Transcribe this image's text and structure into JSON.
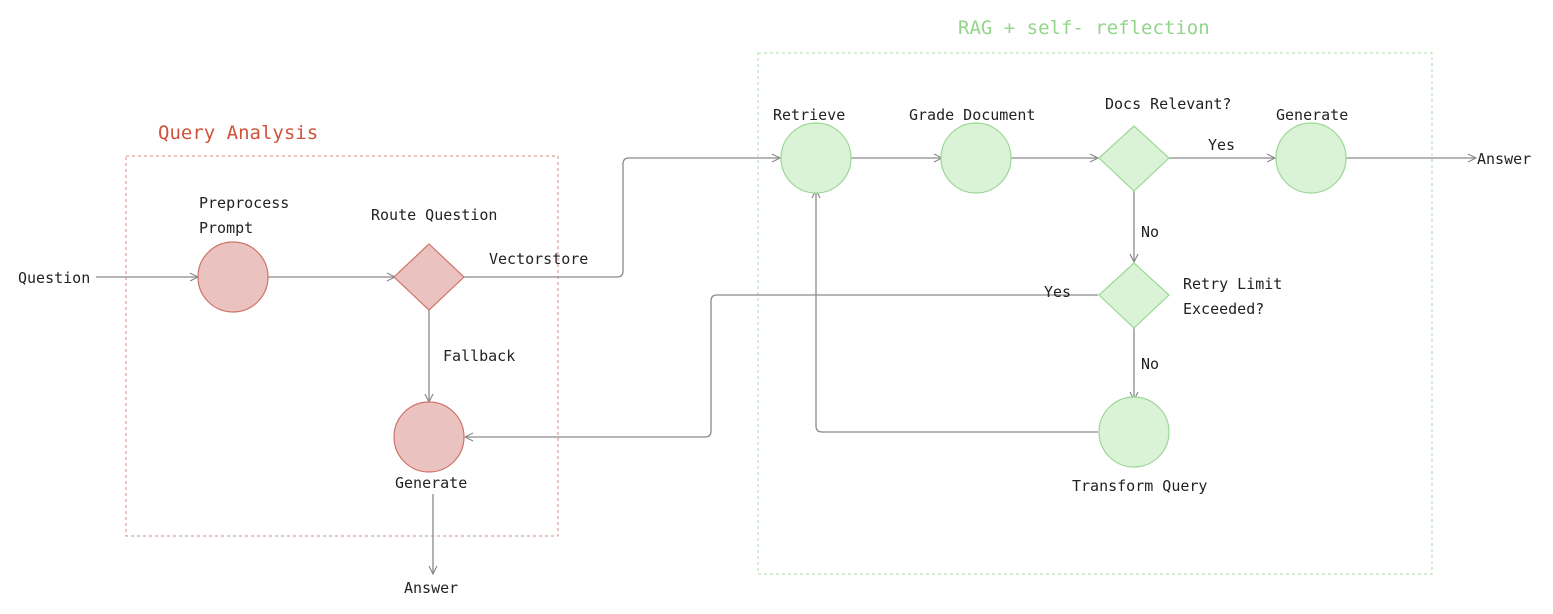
{
  "colors": {
    "query_analysis": "#d0523b",
    "query_analysis_fill": "#eac3c0",
    "query_analysis_stroke": "#cf7266",
    "rag": "#92d58b",
    "rag_fill": "#daf2d5",
    "rag_stroke": "#9bd897",
    "edge": "#8a8a8a"
  },
  "regions": {
    "query_analysis": {
      "title": "Query Analysis"
    },
    "rag": {
      "title": "RAG + self- reflection"
    }
  },
  "inputs": {
    "question": "Question"
  },
  "nodes": {
    "preprocess_prompt": {
      "line1": "Preprocess",
      "line2": "Prompt",
      "shape": "circle"
    },
    "route_question": {
      "label": "Route Question",
      "shape": "diamond"
    },
    "generate_fallback": {
      "label": "Generate",
      "shape": "circle"
    },
    "retrieve": {
      "label": "Retrieve",
      "shape": "circle"
    },
    "grade_document": {
      "label": "Grade Document",
      "shape": "circle"
    },
    "docs_relevant": {
      "label": "Docs Relevant?",
      "shape": "diamond"
    },
    "generate_rag": {
      "label": "Generate",
      "shape": "circle"
    },
    "retry_limit": {
      "line1": "Retry Limit",
      "line2": "Exceeded?",
      "shape": "diamond"
    },
    "transform_query": {
      "label": "Transform Query",
      "shape": "circle"
    }
  },
  "outputs": {
    "answer_rag": "Answer",
    "answer_fallback": "Answer"
  },
  "edge_labels": {
    "vectorstore": "Vectorstore",
    "fallback": "Fallback",
    "docs_yes": "Yes",
    "docs_no": "No",
    "retry_yes": "Yes",
    "retry_no": "No"
  },
  "edges": [
    {
      "from": "question",
      "to": "preprocess_prompt"
    },
    {
      "from": "preprocess_prompt",
      "to": "route_question"
    },
    {
      "from": "route_question",
      "to": "retrieve",
      "label": "Vectorstore"
    },
    {
      "from": "route_question",
      "to": "generate_fallback",
      "label": "Fallback"
    },
    {
      "from": "generate_fallback",
      "to": "answer_fallback"
    },
    {
      "from": "retrieve",
      "to": "grade_document"
    },
    {
      "from": "grade_document",
      "to": "docs_relevant"
    },
    {
      "from": "docs_relevant",
      "to": "generate_rag",
      "label": "Yes"
    },
    {
      "from": "generate_rag",
      "to": "answer_rag"
    },
    {
      "from": "docs_relevant",
      "to": "retry_limit",
      "label": "No"
    },
    {
      "from": "retry_limit",
      "to": "generate_fallback",
      "label": "Yes"
    },
    {
      "from": "retry_limit",
      "to": "transform_query",
      "label": "No"
    },
    {
      "from": "transform_query",
      "to": "retrieve"
    }
  ]
}
